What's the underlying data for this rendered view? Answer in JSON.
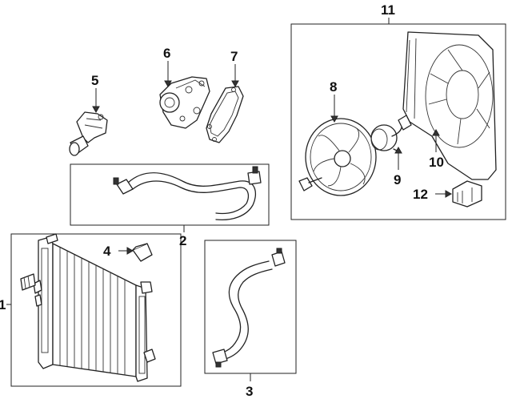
{
  "callouts": {
    "c1": "1",
    "c2": "2",
    "c3": "3",
    "c4": "4",
    "c5": "5",
    "c6": "6",
    "c7": "7",
    "c8": "8",
    "c9": "9",
    "c10": "10",
    "c11": "11",
    "c12": "12"
  },
  "parts": [
    {
      "callout": "1",
      "icon": "radiator-icon"
    },
    {
      "callout": "2",
      "icon": "upper-hose-icon"
    },
    {
      "callout": "3",
      "icon": "lower-hose-icon"
    },
    {
      "callout": "4",
      "icon": "radiator-cap-icon"
    },
    {
      "callout": "5",
      "icon": "thermostat-housing-icon"
    },
    {
      "callout": "6",
      "icon": "water-pump-icon"
    },
    {
      "callout": "7",
      "icon": "gasket-icon"
    },
    {
      "callout": "8",
      "icon": "fan-blade-icon"
    },
    {
      "callout": "9",
      "icon": "fan-motor-icon"
    },
    {
      "callout": "10",
      "icon": "fan-shroud-icon"
    },
    {
      "callout": "11",
      "icon": "fan-assembly-icon"
    },
    {
      "callout": "12",
      "icon": "resistor-icon"
    }
  ]
}
